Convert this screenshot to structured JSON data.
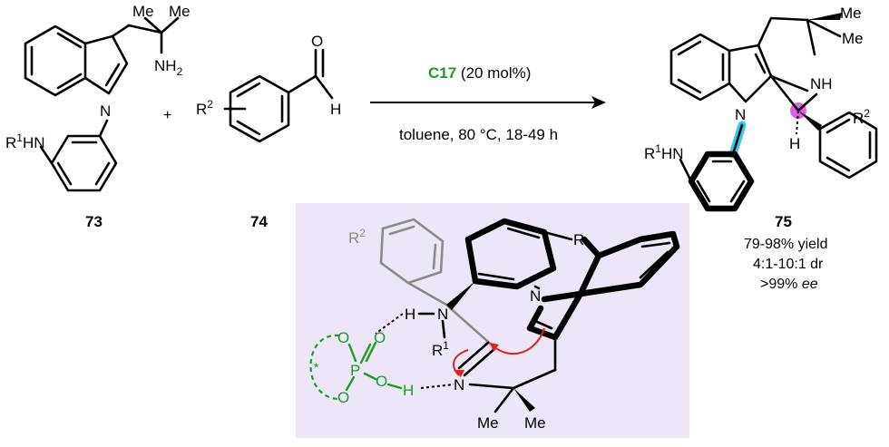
{
  "compounds": {
    "c73": {
      "id": "73",
      "me1": "Me",
      "me2": "Me",
      "nh2": "NH",
      "nh2_sub": "2",
      "n1": "N",
      "r1hn_r": "R",
      "r1hn_sup": "1",
      "r1hn_hn": "HN"
    },
    "c74": {
      "id": "74",
      "o": "O",
      "h": "H",
      "r2_r": "R",
      "r2_sup": "2"
    },
    "c75": {
      "id": "75",
      "me1": "Me",
      "me2": "Me",
      "nh": "NH",
      "n": "N",
      "h": "H",
      "r2_r": "R",
      "r2_sup": "2",
      "r1hn_r": "R",
      "r1hn_sup": "1",
      "r1hn_hn": "HN",
      "yield": "79-98% yield",
      "dr": "4:1-10:1 dr",
      "ee_value": ">99% ",
      "ee_unit": "ee"
    }
  },
  "plus": "+",
  "arrow": {
    "catalyst": "C17",
    "loading": " (20 mol%)",
    "conditions": "toluene, 80 °C, 18-49 h"
  },
  "transition_state": {
    "r2_r": "R",
    "r2_sup": "2",
    "r": "R",
    "n_indole": "N",
    "h_nh": "H",
    "n_amine": "N",
    "r1_r": "R",
    "r1_sup": "1",
    "n_imine": "N",
    "h_oh": "H",
    "o1": "O",
    "o2": "O",
    "o3": "O",
    "o4": "O",
    "p": "P",
    "star": "*",
    "me1": "Me",
    "me2": "Me"
  },
  "colors": {
    "catalyst_green": "#1f9a2a",
    "ts_background": "#ece6f7",
    "curved_arrow_red": "#e02020",
    "stereocenter_magenta": "#e040e0",
    "axis_cyan": "#33ccee",
    "substituent_gray": "#8a8a8a"
  }
}
